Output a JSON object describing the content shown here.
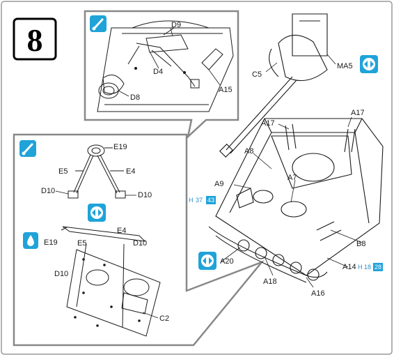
{
  "step_number": "8",
  "colors": {
    "accent": "#1fa3d9",
    "line": "#1a1a1a",
    "panel_border": "#888888"
  },
  "icons": {
    "glue_icon": "glue-bottle-icon",
    "cement_icon": "cement-drop-icon",
    "symmetry_icon": "mirror-arrows-icon"
  },
  "callouts": {
    "d9": "D9",
    "d4": "D4",
    "d8": "D8",
    "a15": "A15",
    "c5": "C5",
    "ma5": "MA5",
    "a17_left": "A17",
    "a17_right": "A17",
    "a8": "A8",
    "a9": "A9",
    "a7": "A7",
    "h_prefix_left": "H",
    "h37": "37",
    "h43": "43",
    "a20": "A20",
    "a18": "A18",
    "a16": "A16",
    "a14": "A14",
    "h_prefix_right": "H",
    "h18": "18",
    "h28": "28",
    "b8": "B8",
    "e19_top": "E19",
    "e5_top": "E5",
    "e4_top": "E4",
    "d10_left_top": "D10",
    "d10_right_top": "D10",
    "e19_bottom": "E19",
    "e5_bottom": "E5",
    "e4_bottom": "E4",
    "d10_right_bottom": "D10",
    "d10_left_bottom": "D10",
    "c2": "C2"
  }
}
